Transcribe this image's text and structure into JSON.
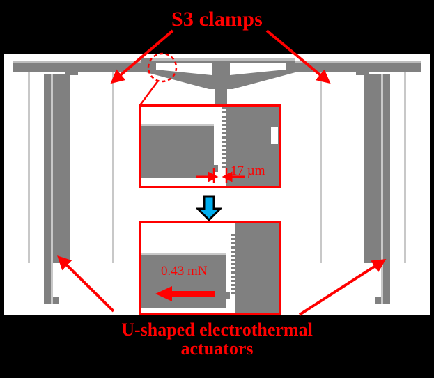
{
  "figure": {
    "title": "S3 clamps",
    "caption_line1": "U-shaped electrothermal",
    "caption_line2": "actuators",
    "colors": {
      "annotation": "#ff0000",
      "structure": "#808080",
      "background": "#ffffff",
      "page": "#000000",
      "transition_arrow": "#00aeef"
    }
  },
  "insets": {
    "top": {
      "dimension_label": "17 µm",
      "description": "close-up of clamp tooth engagement gap"
    },
    "bottom": {
      "force_label": "0.43 mN",
      "description": "clamp after actuation, force direction leftward"
    }
  },
  "annotations": {
    "arrow_left_target": "left S3 clamp",
    "arrow_right_target": "right S3 clamp",
    "arrow_lower_left_target": "left U-shaped electrothermal actuator",
    "arrow_lower_right_target": "right U-shaped electrothermal actuator",
    "callout_circle": "detail region on central clamp",
    "transition_arrow": "down-arrow linking before and after states"
  }
}
